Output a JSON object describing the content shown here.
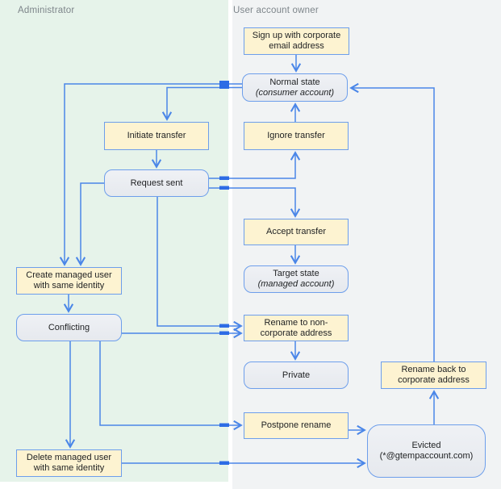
{
  "lanes": [
    {
      "label": "Administrator"
    },
    {
      "label": "User account owner"
    }
  ],
  "nodes": [
    {
      "id": "sign-up",
      "type": "action",
      "label": "Sign up with corporate\nemail address"
    },
    {
      "id": "normal-state",
      "type": "state",
      "label": "Normal state",
      "sublabel": "(consumer account)"
    },
    {
      "id": "initiate-transfer",
      "type": "action",
      "label": "Initiate transfer"
    },
    {
      "id": "ignore-transfer",
      "type": "action",
      "label": "Ignore transfer"
    },
    {
      "id": "request-sent",
      "type": "state",
      "label": "Request sent"
    },
    {
      "id": "accept-transfer",
      "type": "action",
      "label": "Accept transfer"
    },
    {
      "id": "target-state",
      "type": "state",
      "label": "Target state",
      "sublabel": "(managed account)"
    },
    {
      "id": "create-managed-user",
      "type": "action",
      "label": "Create managed user\nwith same identity"
    },
    {
      "id": "conflicting",
      "type": "state",
      "label": "Conflicting"
    },
    {
      "id": "rename-non-corporate",
      "type": "action",
      "label": "Rename to non-\ncorporate address"
    },
    {
      "id": "private",
      "type": "state",
      "label": "Private"
    },
    {
      "id": "rename-back",
      "type": "action",
      "label": "Rename back to\ncorporate address"
    },
    {
      "id": "postpone-rename",
      "type": "action",
      "label": "Postpone rename"
    },
    {
      "id": "evicted",
      "type": "state",
      "label": "Evicted",
      "sublabel": "(*@gtempaccount.com)"
    },
    {
      "id": "delete-managed-user",
      "type": "action",
      "label": "Delete managed user\nwith same identity"
    }
  ],
  "edges": [
    {
      "from": "sign-up",
      "to": "normal-state"
    },
    {
      "from": "normal-state",
      "to": "create-managed-user"
    },
    {
      "from": "normal-state",
      "to": "initiate-transfer"
    },
    {
      "from": "initiate-transfer",
      "to": "request-sent"
    },
    {
      "from": "request-sent",
      "to": "ignore-transfer"
    },
    {
      "from": "ignore-transfer",
      "to": "normal-state"
    },
    {
      "from": "request-sent",
      "to": "accept-transfer"
    },
    {
      "from": "accept-transfer",
      "to": "target-state"
    },
    {
      "from": "request-sent",
      "to": "create-managed-user"
    },
    {
      "from": "create-managed-user",
      "to": "conflicting"
    },
    {
      "from": "request-sent",
      "to": "rename-non-corporate"
    },
    {
      "from": "conflicting",
      "to": "rename-non-corporate"
    },
    {
      "from": "rename-non-corporate",
      "to": "private"
    },
    {
      "from": "conflicting",
      "to": "postpone-rename"
    },
    {
      "from": "conflicting",
      "to": "delete-managed-user"
    },
    {
      "from": "delete-managed-user",
      "to": "evicted"
    },
    {
      "from": "postpone-rename",
      "to": "evicted"
    },
    {
      "from": "evicted",
      "to": "rename-back"
    },
    {
      "from": "rename-back",
      "to": "normal-state"
    }
  ],
  "colors": {
    "lane_admin_bg": "#e6f3ea",
    "lane_user_bg": "#f1f3f4",
    "action_fill": "#fdf3d1",
    "state_fill": "#e9ecf0",
    "box_border": "#6d9eeb",
    "edge_stroke": "#4a86e8",
    "jump_mark": "#2d6ce5",
    "lane_label_text": "#7d858a",
    "node_text": "#1e2022"
  }
}
